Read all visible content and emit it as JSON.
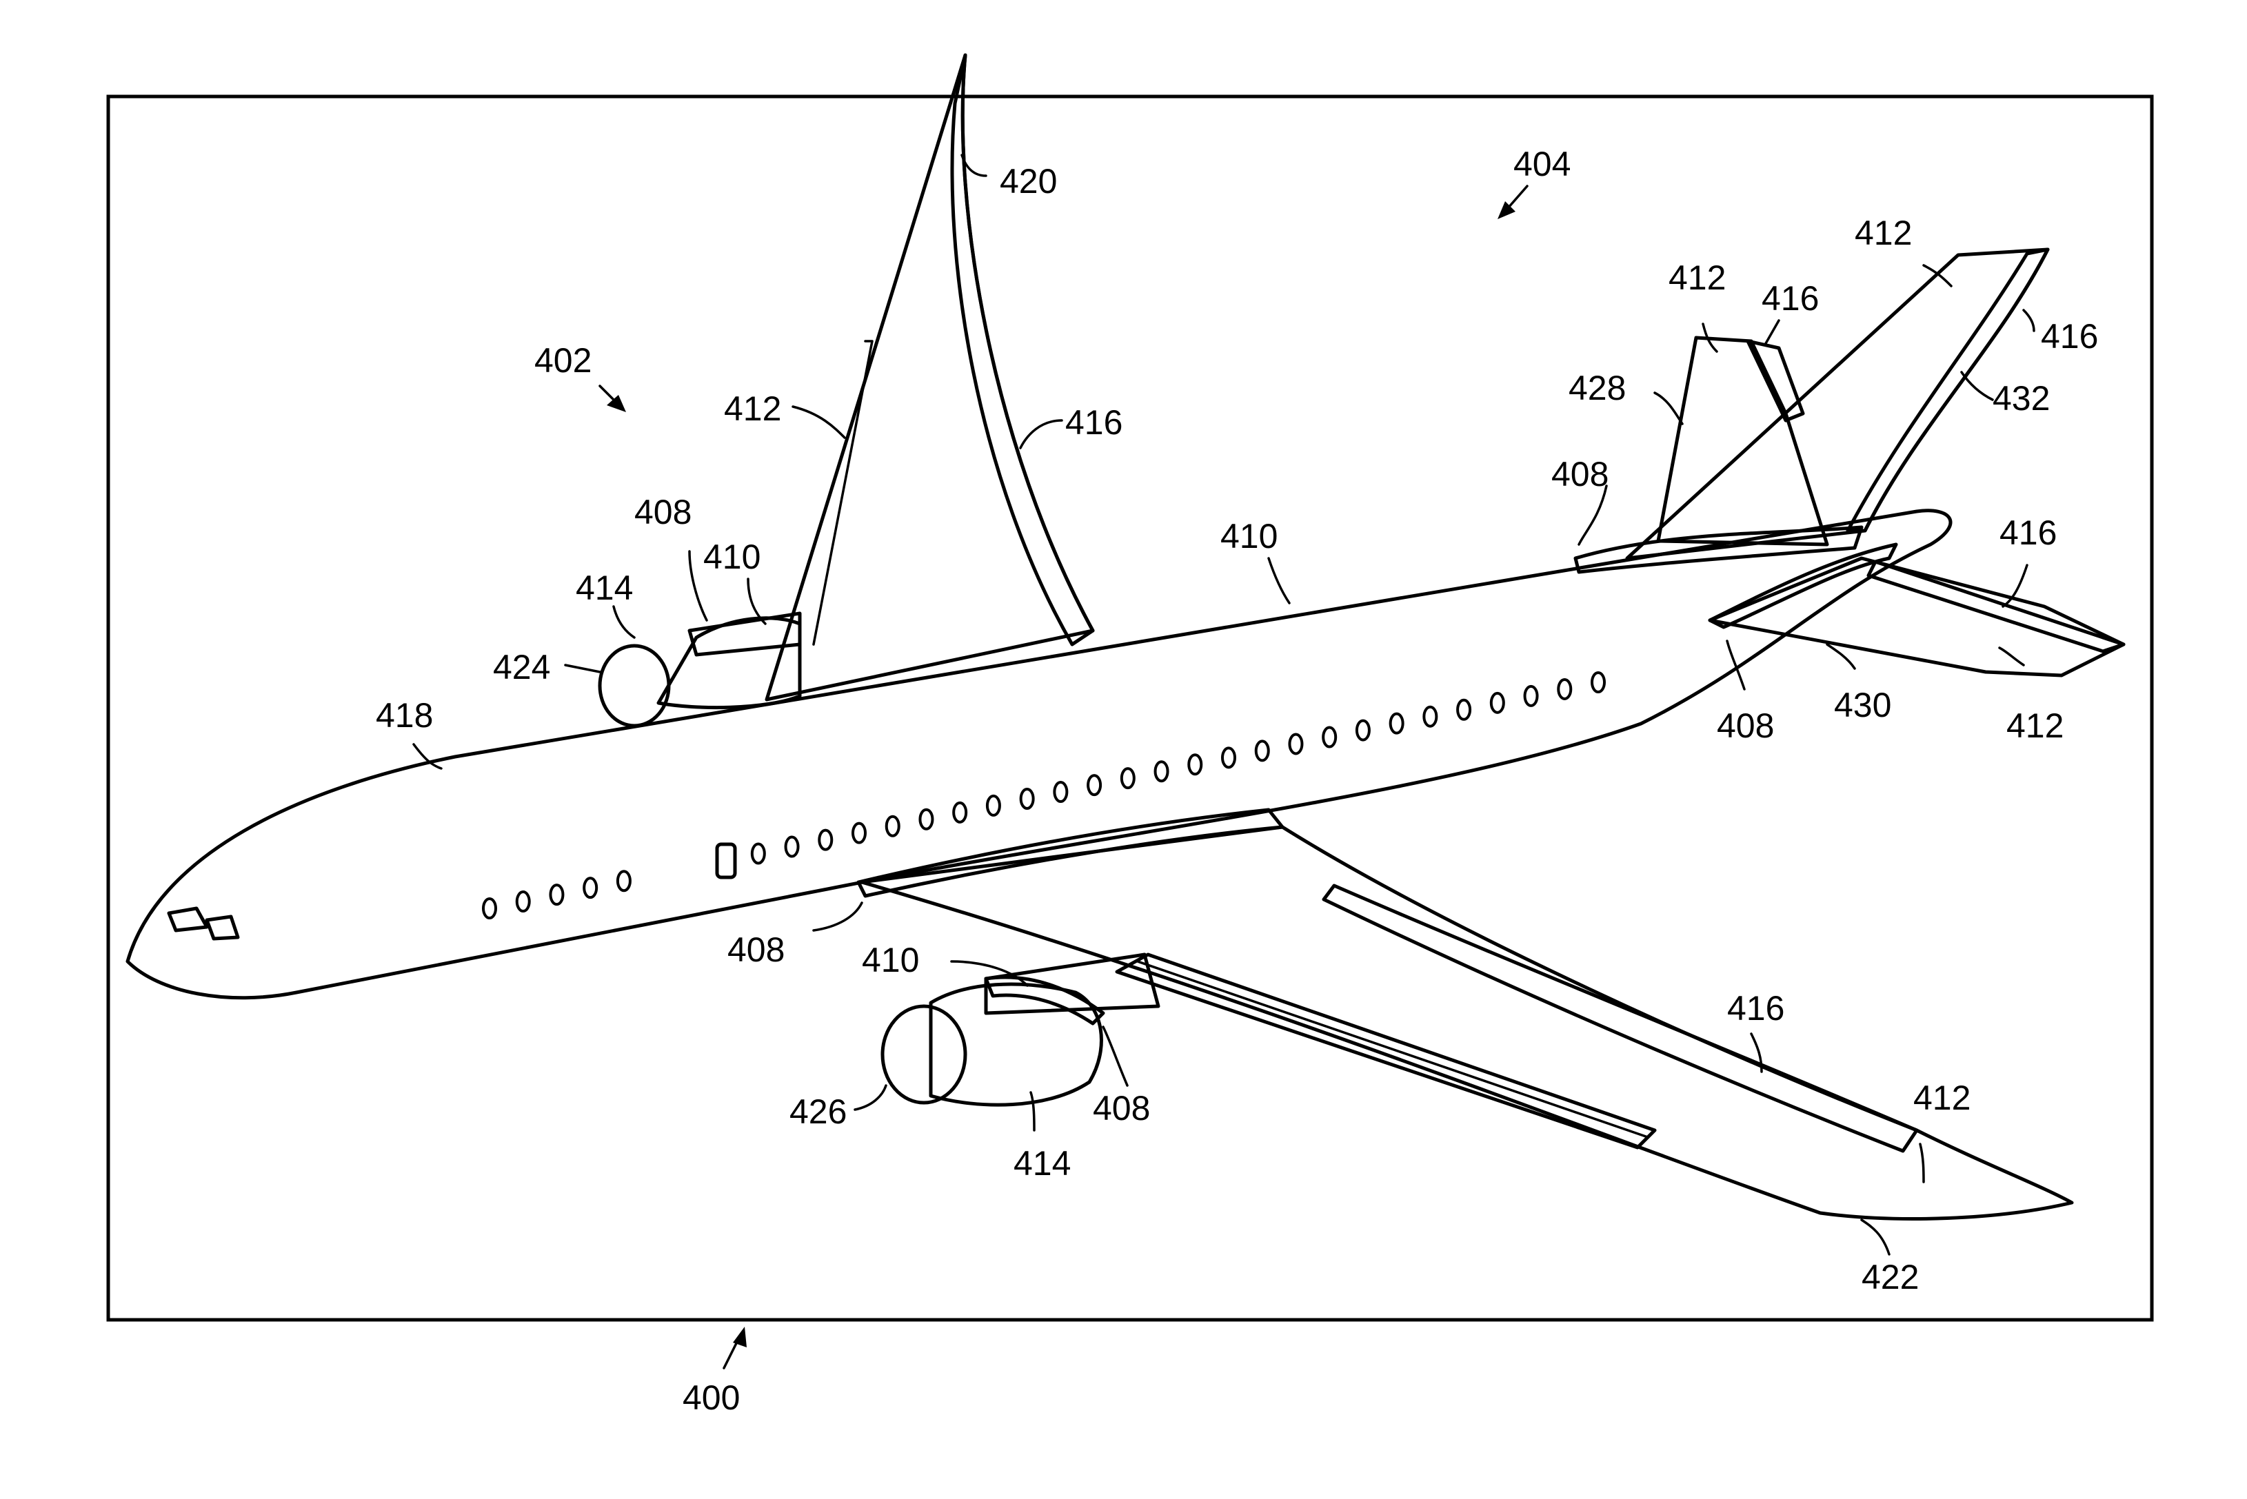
{
  "figure": {
    "references": {
      "aircraft": "400",
      "wing_left": "402",
      "wing_right": "404",
      "joint_fuselage_wing_upper": "408",
      "joint_tail_upper": "408",
      "joint_tail_lower": "408",
      "joint_fuselage_wing_lower": "408",
      "joint_engine_right": "408",
      "pylon_left": "410",
      "fuselage": "410",
      "pylon_right": "410",
      "wing_skin_left": "412",
      "fin_top_left": "412",
      "fin_top_right": "412",
      "htail_left": "412",
      "wing_skin_right": "412",
      "nacelle_left": "414",
      "nacelle_right": "414",
      "flap_left": "416",
      "fin_edge_left": "416",
      "fin_edge_right": "416",
      "htail_edge_left": "416",
      "flap_right": "416",
      "nose": "418",
      "wingtip_left": "420",
      "wingtip_right": "422",
      "engine_left": "424",
      "engine_right": "426",
      "vertical_stabilizer": "428",
      "horizontal_stabilizer": "430",
      "horizontal_stabilizer_upper": "432"
    }
  }
}
